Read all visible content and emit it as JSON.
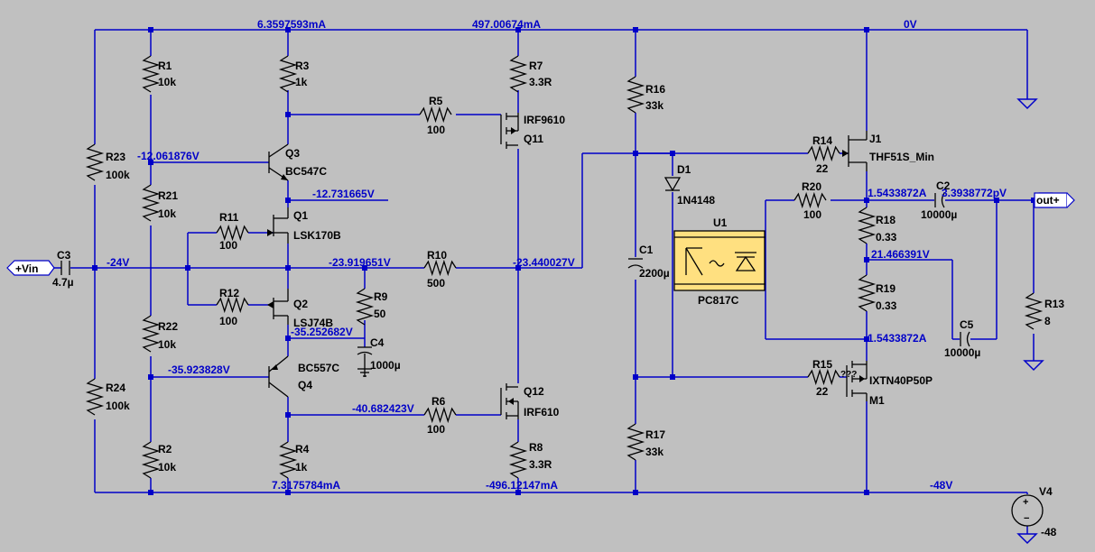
{
  "ports": {
    "input": "+Vin",
    "output": "out+"
  },
  "components": [
    {
      "id": "R1",
      "ref": "R1",
      "value": "10k"
    },
    {
      "id": "R2",
      "ref": "R2",
      "value": "10k"
    },
    {
      "id": "R3",
      "ref": "R3",
      "value": "1k"
    },
    {
      "id": "R4",
      "ref": "R4",
      "value": "1k"
    },
    {
      "id": "R5",
      "ref": "R5",
      "value": "100"
    },
    {
      "id": "R6",
      "ref": "R6",
      "value": "100"
    },
    {
      "id": "R7",
      "ref": "R7",
      "value": "3.3R"
    },
    {
      "id": "R8",
      "ref": "R8",
      "value": "3.3R"
    },
    {
      "id": "R9",
      "ref": "R9",
      "value": "50"
    },
    {
      "id": "R10",
      "ref": "R10",
      "value": "500"
    },
    {
      "id": "R11",
      "ref": "R11",
      "value": "100"
    },
    {
      "id": "R12",
      "ref": "R12",
      "value": "100"
    },
    {
      "id": "R13",
      "ref": "R13",
      "value": "8"
    },
    {
      "id": "R14",
      "ref": "R14",
      "value": "22"
    },
    {
      "id": "R15",
      "ref": "R15",
      "value": "22"
    },
    {
      "id": "R16",
      "ref": "R16",
      "value": "33k"
    },
    {
      "id": "R17",
      "ref": "R17",
      "value": "33k"
    },
    {
      "id": "R18",
      "ref": "R18",
      "value": "0.33"
    },
    {
      "id": "R19",
      "ref": "R19",
      "value": "0.33"
    },
    {
      "id": "R20",
      "ref": "R20",
      "value": "100"
    },
    {
      "id": "R21",
      "ref": "R21",
      "value": "10k"
    },
    {
      "id": "R22",
      "ref": "R22",
      "value": "10k"
    },
    {
      "id": "R23",
      "ref": "R23",
      "value": "100k"
    },
    {
      "id": "R24",
      "ref": "R24",
      "value": "100k"
    },
    {
      "id": "C1",
      "ref": "C1",
      "value": "2200µ"
    },
    {
      "id": "C2",
      "ref": "C2",
      "value": "10000µ"
    },
    {
      "id": "C3",
      "ref": "C3",
      "value": "4.7µ"
    },
    {
      "id": "C4",
      "ref": "C4",
      "value": "1000µ"
    },
    {
      "id": "C5",
      "ref": "C5",
      "value": "10000µ"
    },
    {
      "id": "Q1",
      "ref": "Q1",
      "value": "LSK170B"
    },
    {
      "id": "Q2",
      "ref": "Q2",
      "value": "LSJ74B"
    },
    {
      "id": "Q3",
      "ref": "Q3",
      "value": "BC547C"
    },
    {
      "id": "Q4",
      "ref": "Q4",
      "value": "BC557C"
    },
    {
      "id": "Q11",
      "ref": "Q11",
      "value": "IRF9610"
    },
    {
      "id": "Q12",
      "ref": "Q12",
      "value": "IRF610"
    },
    {
      "id": "J1",
      "ref": "J1",
      "value": "THF51S_Min"
    },
    {
      "id": "M1",
      "ref": "M1",
      "value": "IXTN40P50P"
    },
    {
      "id": "D1",
      "ref": "D1",
      "value": "1N4148"
    },
    {
      "id": "U1",
      "ref": "U1",
      "value": "PC817C"
    },
    {
      "id": "V4",
      "ref": "V4",
      "value": "-48"
    }
  ],
  "m1_extra": "???",
  "op_points": [
    "6.3597593mA",
    "497.00674mA",
    "0V",
    "-12.061876V",
    "-12.731665V",
    "-24V",
    "-23.919651V",
    "-23.440027V",
    "-35.252682V",
    "-35.923828V",
    "-40.682423V",
    "1.5433872A",
    "3.3938772pV",
    "21.466391V",
    "1.5433872A",
    "7.3175784mA",
    "-496.12147mA",
    "-48V"
  ],
  "colors": {
    "wire": "#0000c8",
    "background": "#c0c0c0",
    "component": "#000000",
    "optocoupler": "#ffe080"
  }
}
